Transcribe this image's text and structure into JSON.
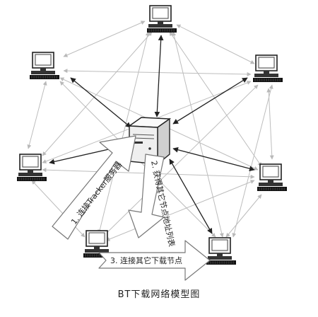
{
  "diagram": {
    "caption": "BT下载网络模型图",
    "steps": {
      "step1": "1. 连接Tracker服务器",
      "step2": "2. 获得其它节点地址列表",
      "step3": "3. 连接其它下载节点"
    }
  }
}
